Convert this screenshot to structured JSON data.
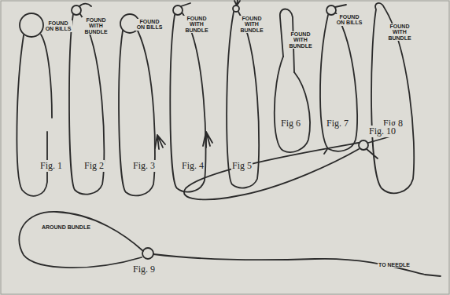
{
  "diagram": {
    "labels": [
      "FOUND ON BILLS",
      "Fig. 1",
      "FOUND WITH BUNDLE",
      "Fig 2",
      "FOUND ON BILLS",
      "Fig. 3",
      "FOUND WITH BUNDLE",
      "Fig. 4",
      "FOUND WITH BUNDLE",
      "Fig 5",
      "FOUND WITH BUNDLE",
      "Fig 6",
      "FOUND ON BILLS",
      "Fig. 7",
      "FOUND WITH BUNDLE",
      "Fig 8",
      "AROUND BUNDLE",
      "Fig. 9",
      "Fig. 10",
      "TO NEEDLE"
    ]
  }
}
